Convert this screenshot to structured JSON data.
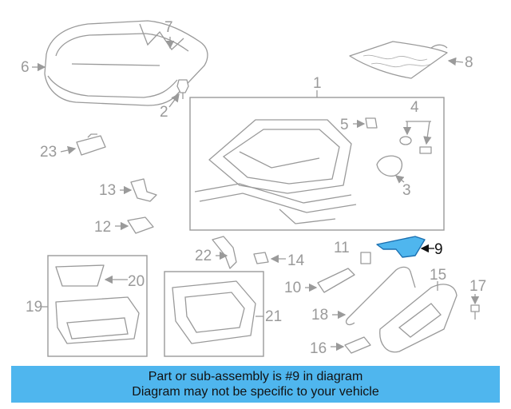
{
  "diagram": {
    "callouts": [
      "1",
      "2",
      "3",
      "4",
      "5",
      "6",
      "7",
      "8",
      "9",
      "10",
      "11",
      "12",
      "13",
      "14",
      "15",
      "16",
      "17",
      "18",
      "19",
      "20",
      "21",
      "22",
      "23"
    ],
    "highlighted_part": "9",
    "highlight_color": "#4fb6ee",
    "line_color": "#9a9a9a"
  },
  "banner": {
    "line1": "Part or sub-assembly is #9 in diagram",
    "line2": "Diagram may not be specific to your vehicle",
    "background": "#4fb6ee"
  }
}
